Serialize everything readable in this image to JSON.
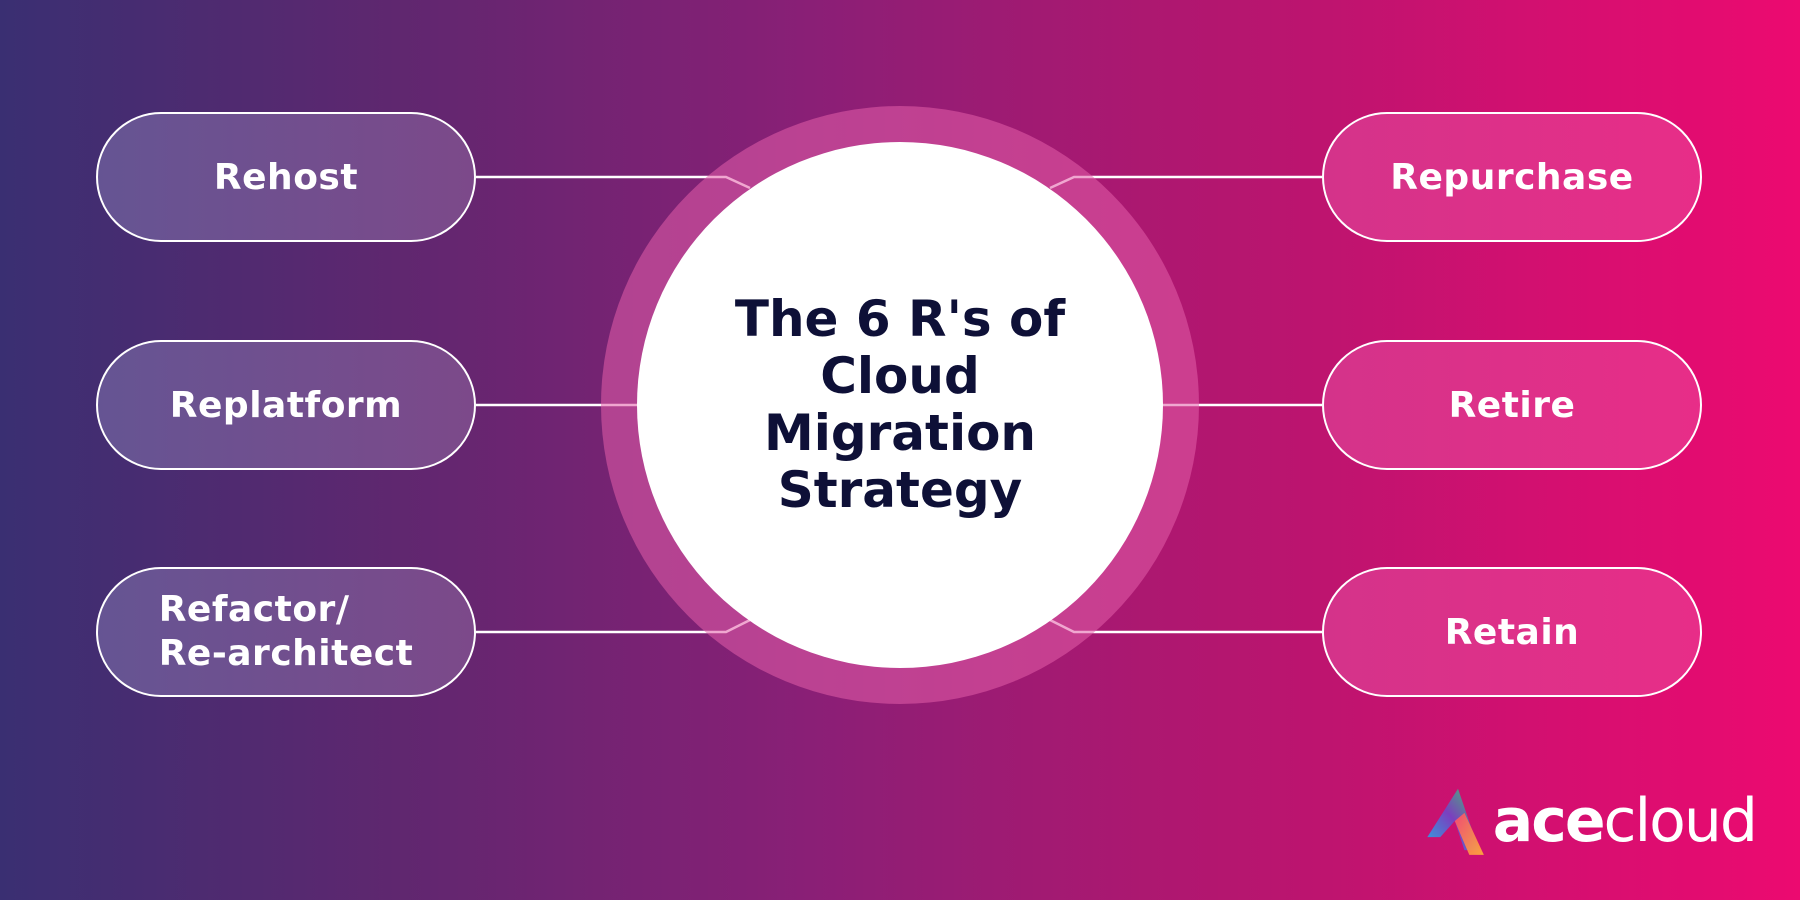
{
  "center": {
    "title_lines": [
      "The 6 R's of",
      "Cloud Migration",
      "Strategy"
    ]
  },
  "strategies": {
    "rehost": "Rehost",
    "replatform": "Replatform",
    "refactor_line1": "Refactor/",
    "refactor_line2": "Re-architect",
    "repurchase": "Repurchase",
    "retire": "Retire",
    "retain": "Retain"
  },
  "logo": {
    "name_bold": "ace",
    "name_regular": "cloud"
  },
  "colors": {
    "gradient_left": "#3a2f72",
    "gradient_right": "#ec0a70",
    "title_text": "#0e1037"
  }
}
